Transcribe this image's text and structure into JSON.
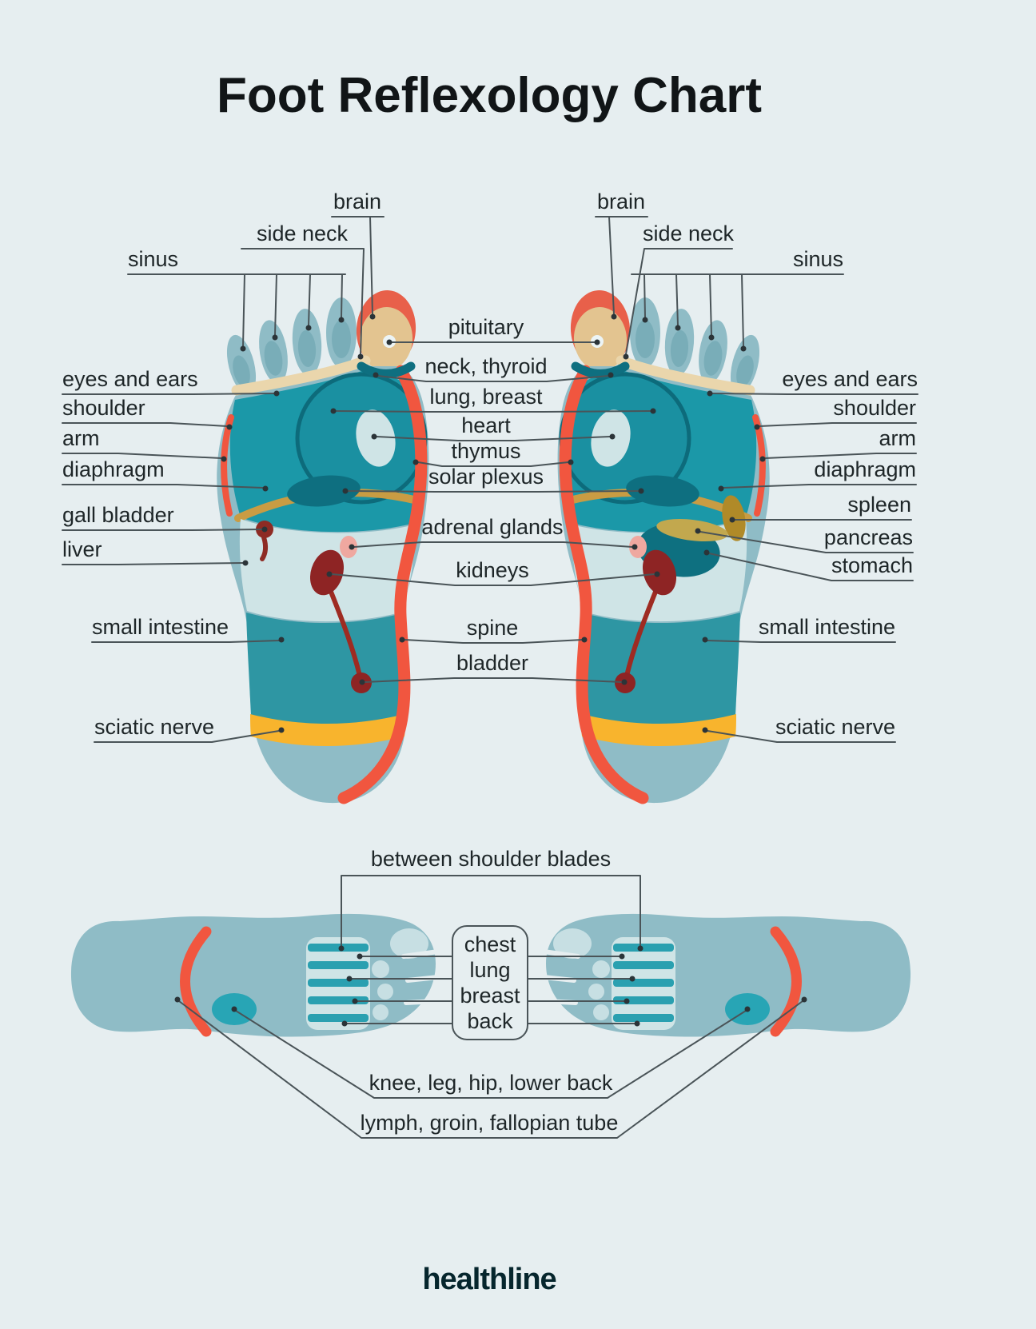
{
  "title": "Foot Reflexology Chart",
  "brand": "healthline",
  "colors": {
    "background": "#E6EEF0",
    "foot_base": "#8FBCC6",
    "teal_bright": "#1B98A8",
    "teal_mid": "#2E96A3",
    "teal_dark": "#0E6F80",
    "panel_light": "#CFE4E6",
    "accent_red": "#F1563F",
    "accent_yellow": "#F8B42D",
    "organ_red": "#8E2424",
    "organ_pink": "#EFA8A0",
    "tan_band": "#EAD6AC",
    "olive": "#C99C43",
    "leader_line": "#4A5458",
    "label_text": "#1E2628"
  },
  "labels": {
    "brain": "brain",
    "side_neck": "side neck",
    "sinus": "sinus",
    "eyes_ears": "eyes and ears",
    "shoulder": "shoulder",
    "arm": "arm",
    "diaphragm": "diaphragm",
    "gall_bladder": "gall bladder",
    "liver": "liver",
    "small_intestine": "small intestine",
    "sciatic_nerve": "sciatic nerve",
    "spleen": "spleen",
    "pancreas": "pancreas",
    "stomach": "stomach",
    "pituitary": "pituitary",
    "neck_thyroid": "neck, thyroid",
    "lung_breast": "lung, breast",
    "heart": "heart",
    "thymus": "thymus",
    "solar_plexus": "solar plexus",
    "adrenal_glands": "adrenal glands",
    "kidneys": "kidneys",
    "spine": "spine",
    "bladder": "bladder",
    "between_shoulder_blades": "between shoulder blades",
    "chest": "chest",
    "lung": "lung",
    "breast": "breast",
    "back": "back",
    "knee_leg_hip_lower_back": "knee, leg, hip, lower back",
    "lymph_groin_fallopian_tube": "lymph, groin, fallopian tube"
  }
}
